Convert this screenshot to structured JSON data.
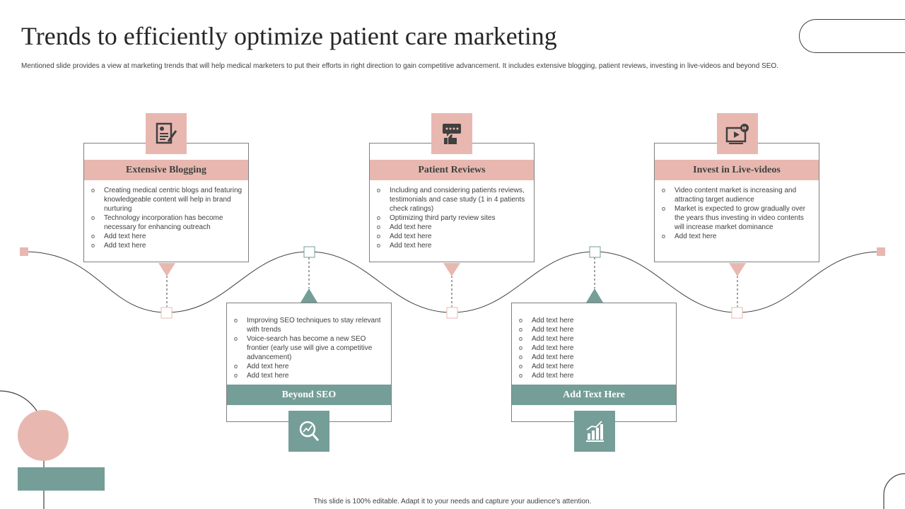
{
  "title": "Trends to efficiently optimize patient care marketing",
  "subtitle": "Mentioned slide provides a view at marketing trends that will help medical marketers to put their efforts in right direction to gain competitive advancement. It includes extensive blogging, patient reviews, investing in live-videos and beyond SEO.",
  "colors": {
    "pink": "#e8b8b0",
    "teal": "#759e98",
    "line": "#404040"
  },
  "cards": [
    {
      "heading": "Extensive Blogging",
      "icon": "blog-document-icon",
      "bullets": [
        "Creating medical centric blogs and featuring knowledgeable content will help in brand nurturing",
        "Technology incorporation has become necessary for enhancing outreach",
        "Add text here",
        "Add text here"
      ]
    },
    {
      "heading": "Beyond SEO",
      "icon": "seo-magnifier-icon",
      "bullets": [
        "Improving SEO techniques to stay relevant with trends",
        "Voice-search has become a new SEO frontier (early use will give a competitive advancement)",
        "Add text here",
        "Add text here"
      ]
    },
    {
      "heading": "Patient Reviews",
      "icon": "review-thumbs-up-icon",
      "bullets": [
        "Including and considering patients reviews, testimonials and case study (1 in 4 patients check ratings)",
        "Optimizing third party review sites",
        "Add text here",
        "Add text here",
        "Add text here"
      ]
    },
    {
      "heading": "Add Text Here",
      "icon": "growth-chart-icon",
      "bullets": [
        "Add text here",
        "Add text here",
        "Add text here",
        "Add text here",
        "Add text here",
        "Add text here",
        "Add text here"
      ]
    },
    {
      "heading": "Invest in Live-videos",
      "icon": "video-play-icon",
      "bullets": [
        "Video content market is increasing and attracting target audience",
        "Market is expected to grow gradually over the years thus investing in video contents will increase market dominance",
        "Add text here"
      ]
    }
  ],
  "footer": "This slide is 100% editable. Adapt it to your needs and capture your audience's attention."
}
